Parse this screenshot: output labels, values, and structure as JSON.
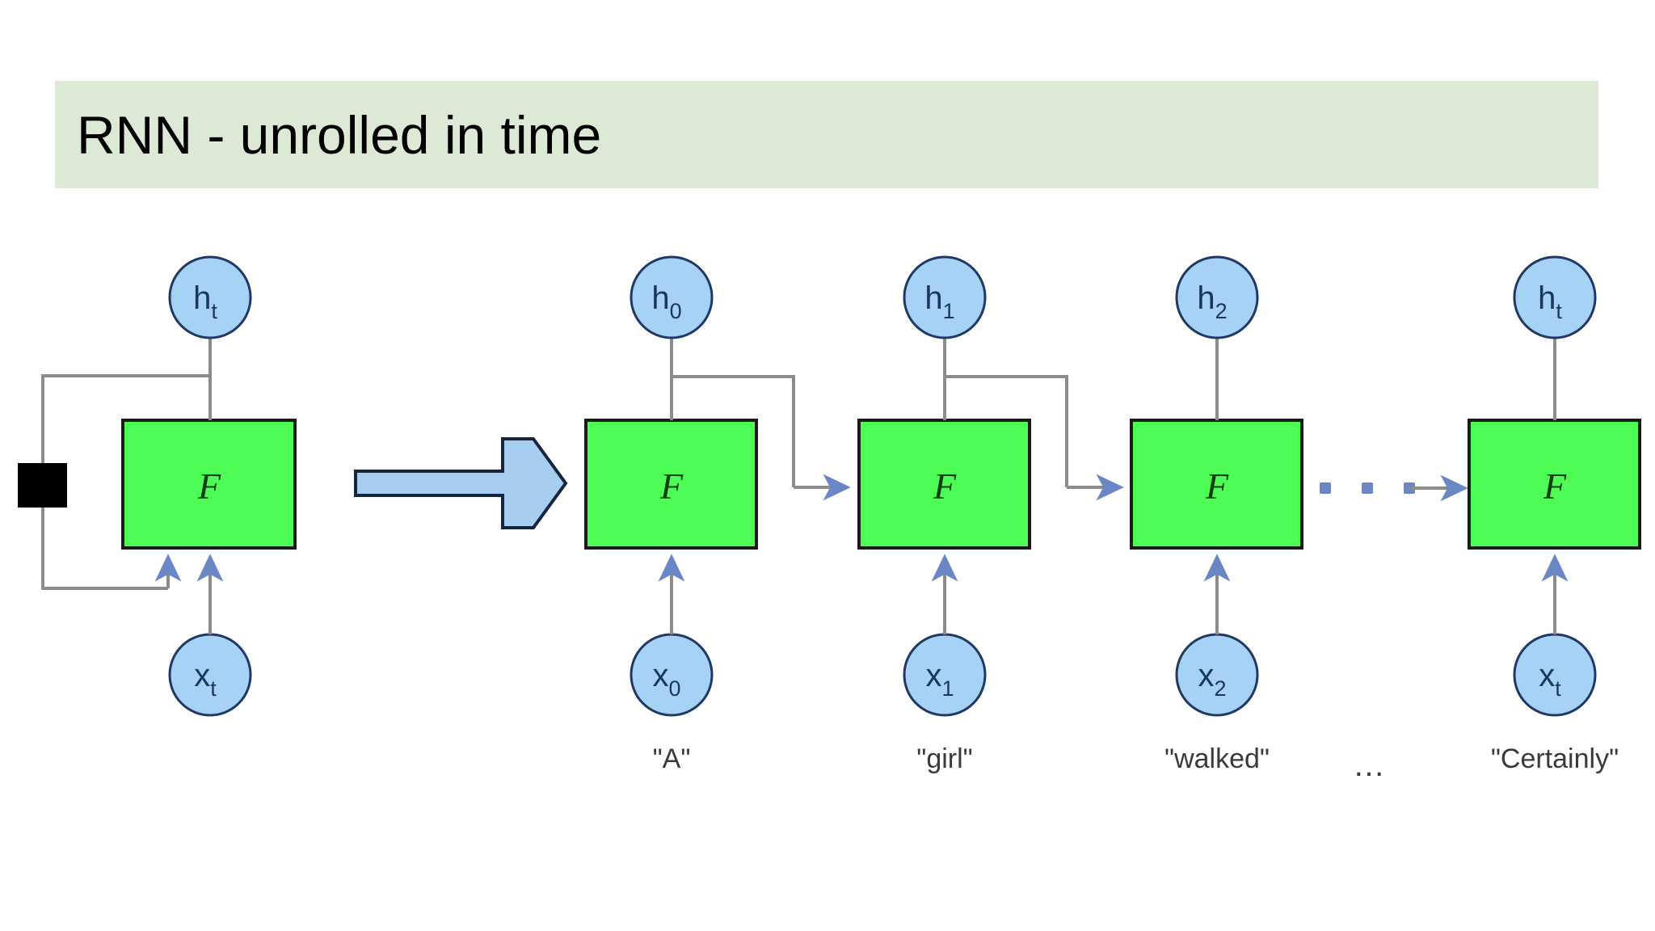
{
  "slide": {
    "title": "RNN - unrolled in time",
    "title_band_color": "#dce9d5",
    "background_color": "#ffffff"
  },
  "colors": {
    "cell_fill": "#4dfc55",
    "cell_stroke": "#1a1a1a",
    "node_fill": "#a6d3f5",
    "node_stroke": "#1f3864",
    "wire": "#8c8c8c",
    "big_arrow_fill": "#a6cdf0",
    "big_arrow_stroke": "#17243f",
    "delay_square": "#000000",
    "dot": "#6b86c4"
  },
  "folded": {
    "caption": "folded-rnn",
    "output_node": {
      "base": "h",
      "sub": "t"
    },
    "input_node": {
      "base": "x",
      "sub": "t"
    },
    "cell_label": "F",
    "delay_element": "black-square-delay"
  },
  "transition": {
    "arrow_icon": "right-block-arrow"
  },
  "unrolled": {
    "caption": "unrolled-rnn",
    "cell_label": "F",
    "steps": [
      {
        "index": 0,
        "output_node": {
          "base": "h",
          "sub": "0"
        },
        "input_node": {
          "base": "x",
          "sub": "0"
        },
        "word": "\"A\""
      },
      {
        "index": 1,
        "output_node": {
          "base": "h",
          "sub": "1"
        },
        "input_node": {
          "base": "x",
          "sub": "1"
        },
        "word": "\"girl\""
      },
      {
        "index": 2,
        "output_node": {
          "base": "h",
          "sub": "2"
        },
        "input_node": {
          "base": "x",
          "sub": "2"
        },
        "word": "\"walked\""
      },
      {
        "index": 3,
        "output_node": {
          "base": "h",
          "sub": "t"
        },
        "input_node": {
          "base": "x",
          "sub": "t"
        },
        "word": "\"Certainly\""
      }
    ],
    "gap_ellipsis": "…",
    "gap_dots_count": 3
  }
}
